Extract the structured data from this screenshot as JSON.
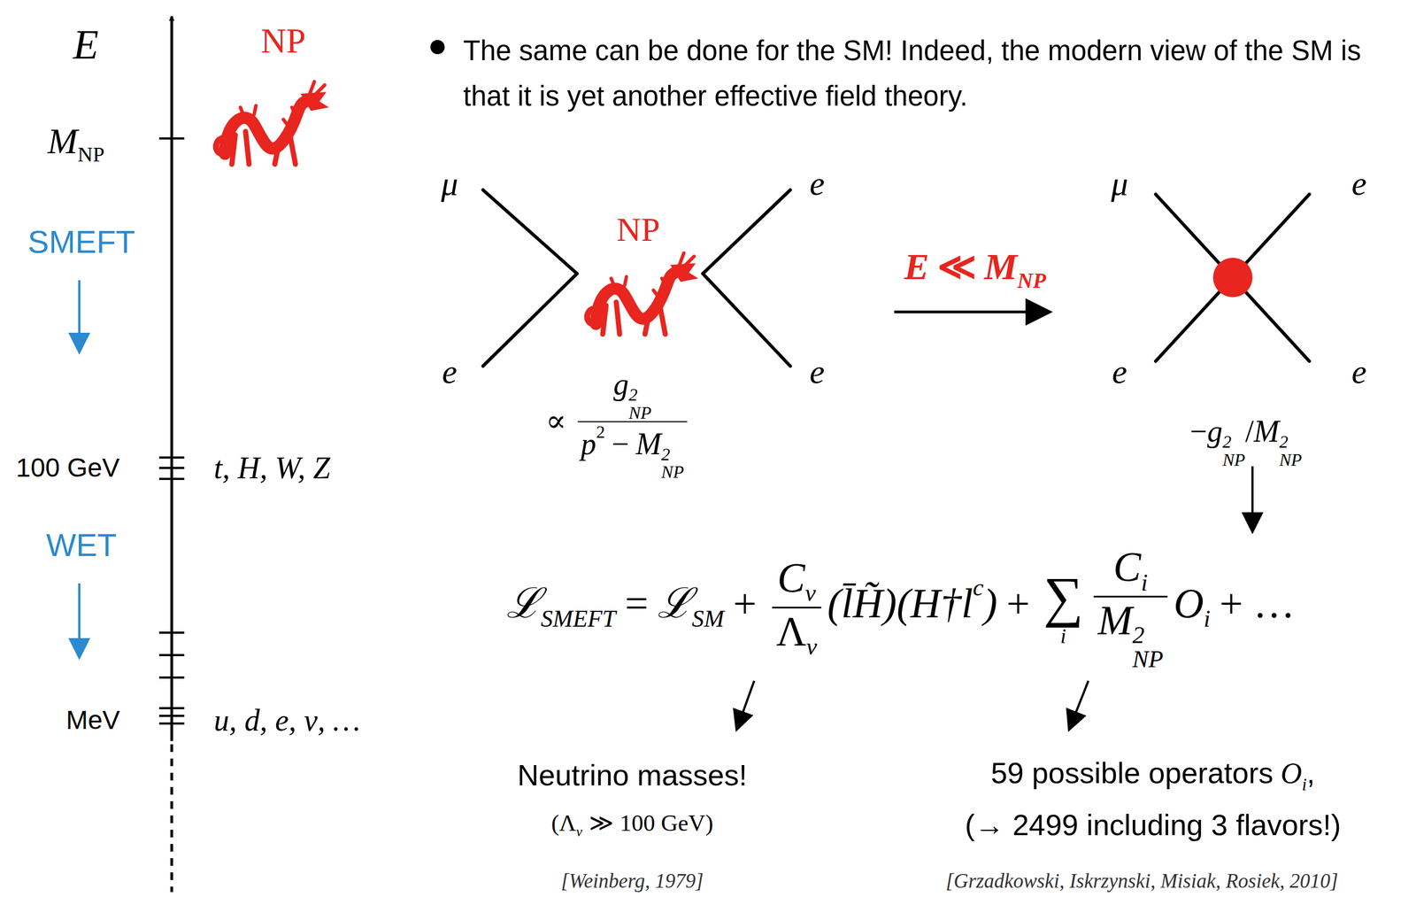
{
  "diagram": {
    "labels": [
      "E",
      "NP",
      "M",
      "NP",
      "SMEFT",
      "100 GeV",
      "t, H, W, Z",
      "WET",
      "MeV",
      "u, d, e, ν, …",
      "The same can be done for the SM! Indeed, the modern view of the SM is that it is yet another effective field theory.",
      "μ",
      "e",
      "e",
      "e",
      "NP",
      "∝",
      "g",
      "2",
      "NP",
      "p",
      "2",
      "−",
      "M",
      "2",
      "NP",
      "E",
      "≪",
      "M",
      "NP",
      "μ",
      "e",
      "e",
      "e",
      "−",
      "g",
      "2",
      "NP",
      "/",
      "M",
      "2",
      "NP",
      "ℒ",
      "SMEFT",
      "=",
      "ℒ",
      "SM",
      "+",
      "C",
      "ν",
      "Λ",
      "ν",
      "(l̄H̃)(H†l",
      "c",
      ")",
      "+",
      "∑",
      "i",
      "C",
      "i",
      "M",
      "2",
      "NP",
      "O",
      "i",
      "+ …",
      "Neutrino masses!",
      "(Λ",
      "ν",
      "≫ 100 GeV)",
      "59 possible operators",
      "O",
      "i",
      ",",
      "(→ 2499 including 3 flavors!)",
      "[Weinberg, 1979]",
      "[Grzadkowski, Iskrzynski, Misiak, Rosiek, 2010]"
    ]
  }
}
